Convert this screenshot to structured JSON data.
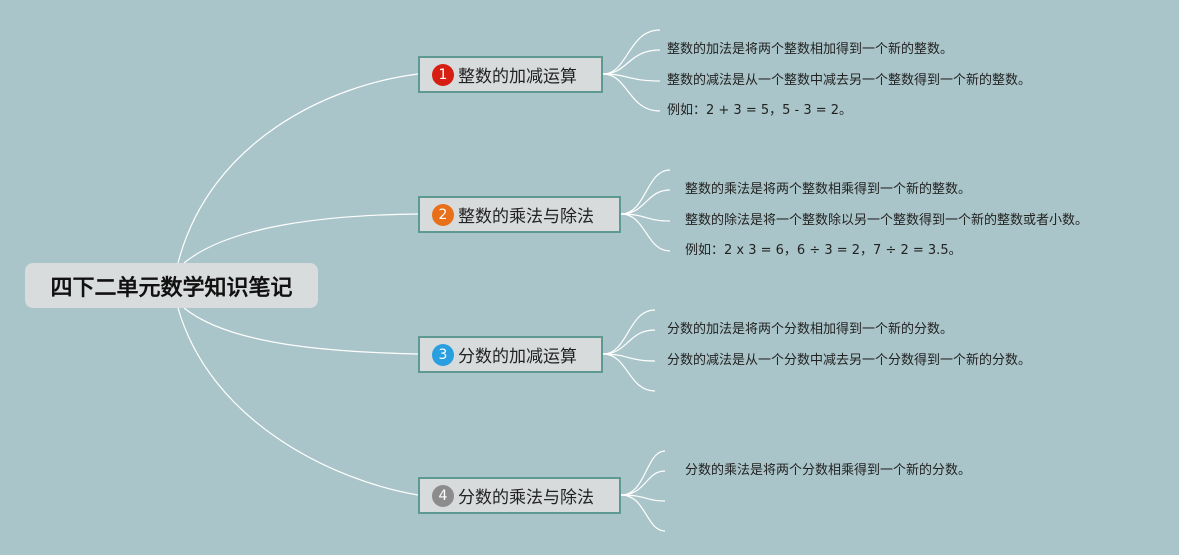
{
  "root": {
    "title": "四下二单元数学知识笔记"
  },
  "colors": {
    "background": "#aac5c9",
    "topic_border": "#5f9a92",
    "topic_fill": "#d8dbdc",
    "badges": [
      "#d61e12",
      "#e8701a",
      "#2a9fe0",
      "#8c8c8c"
    ]
  },
  "topics": [
    {
      "number": "1",
      "label": "整数的加减运算",
      "notes": [
        "整数的加法是将两个整数相加得到一个新的整数。",
        "整数的减法是从一个整数中减去另一个整数得到一个新的整数。",
        "例如：2 + 3 = 5，5 - 3 = 2。"
      ]
    },
    {
      "number": "2",
      "label": "整数的乘法与除法",
      "notes": [
        "整数的乘法是将两个整数相乘得到一个新的整数。",
        "整数的除法是将一个整数除以另一个整数得到一个新的整数或者小数。",
        "例如：2 x 3 = 6，6 ÷ 3 = 2，7 ÷ 2 = 3.5。"
      ]
    },
    {
      "number": "3",
      "label": "分数的加减运算",
      "notes": [
        "分数的加法是将两个分数相加得到一个新的分数。",
        "分数的减法是从一个分数中减去另一个分数得到一个新的分数。",
        ""
      ]
    },
    {
      "number": "4",
      "label": "分数的乘法与除法",
      "notes": [
        "分数的乘法是将两个分数相乘得到一个新的分数。",
        "",
        ""
      ]
    }
  ]
}
